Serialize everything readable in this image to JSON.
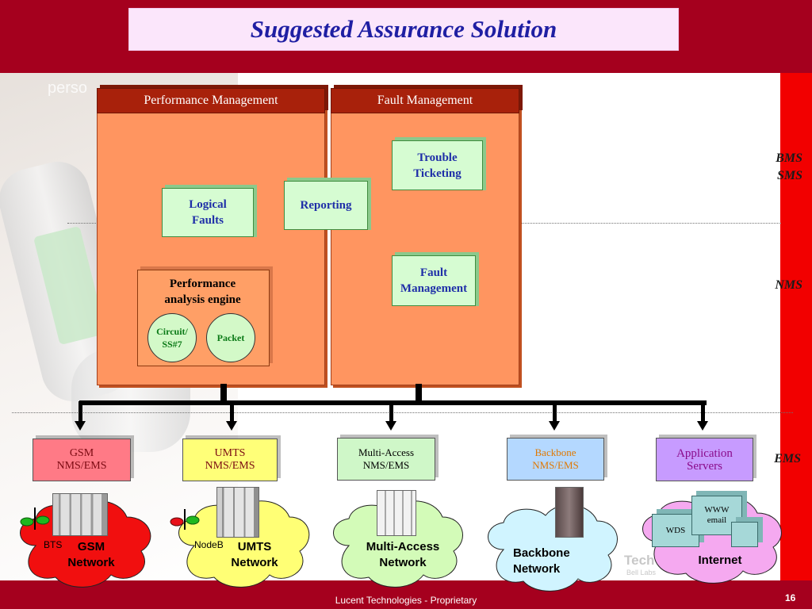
{
  "slide": {
    "title": "Suggested Assurance Solution",
    "footer": "Lucent Technologies - Proprietary",
    "page_number": "16",
    "watermark": "Tech",
    "watermark_sub": "Bell Labs",
    "bg_ghost_text": "perso"
  },
  "panels": {
    "performance": "Performance Management",
    "fault": "Fault Management"
  },
  "boxes": {
    "logical_faults": [
      "Logical",
      "Faults"
    ],
    "reporting": "Reporting",
    "trouble_ticketing": [
      "Trouble",
      "Ticketing"
    ],
    "fault_management": [
      "Fault",
      "Management"
    ],
    "pae_title": [
      "Performance",
      "analysis engine"
    ],
    "circuit": [
      "Circuit/",
      "SS#7"
    ],
    "packet": "Packet"
  },
  "layers": {
    "bms": "BMS",
    "sms": "SMS",
    "nms": "NMS",
    "ems": "EMS"
  },
  "ems_boxes": [
    {
      "line1": "GSM",
      "line2": "NMS/EMS",
      "bg": "#ff7a86",
      "color": "#7b0a12"
    },
    {
      "line1": "UMTS",
      "line2": "NMS/EMS",
      "bg": "#ffff78",
      "color": "#7b0a12"
    },
    {
      "line1": "Multi-Access",
      "line2": "NMS/EMS",
      "bg": "#cff7c8",
      "color": "#000000"
    },
    {
      "line1": "Backbone",
      "line2": "NMS/EMS",
      "bg": "#b4d8ff",
      "color": "#e07800"
    },
    {
      "line1": "Application",
      "line2": "Servers",
      "bg": "#c79bff",
      "color": "#8a0a8a"
    }
  ],
  "clouds": [
    {
      "line1": "GSM",
      "line2": "Network",
      "small": "BTS",
      "fill": "#f10f0f"
    },
    {
      "line1": "UMTS",
      "line2": "Network",
      "small": "NodeB",
      "fill": "#ffff75"
    },
    {
      "line1": "Multi-Access",
      "line2": "Network",
      "small": "",
      "fill": "#d3fbb8"
    },
    {
      "line1": "Backbone",
      "line2": "Network",
      "small": "",
      "fill": "#d0f4ff"
    },
    {
      "line1": "Internet",
      "line2": "",
      "small": "",
      "fill": "#f5a9f0"
    }
  ],
  "internet_boxes": {
    "wds": "WDS",
    "www": "WWW",
    "email": "email"
  },
  "colors": {
    "brand_dark_red": "#a5001e",
    "accent_red": "#f20000",
    "title_blue": "#1f1fa3",
    "panel_orange": "#ff9560",
    "panel_header": "#a8210b",
    "box_green": "#d6fcd2"
  }
}
